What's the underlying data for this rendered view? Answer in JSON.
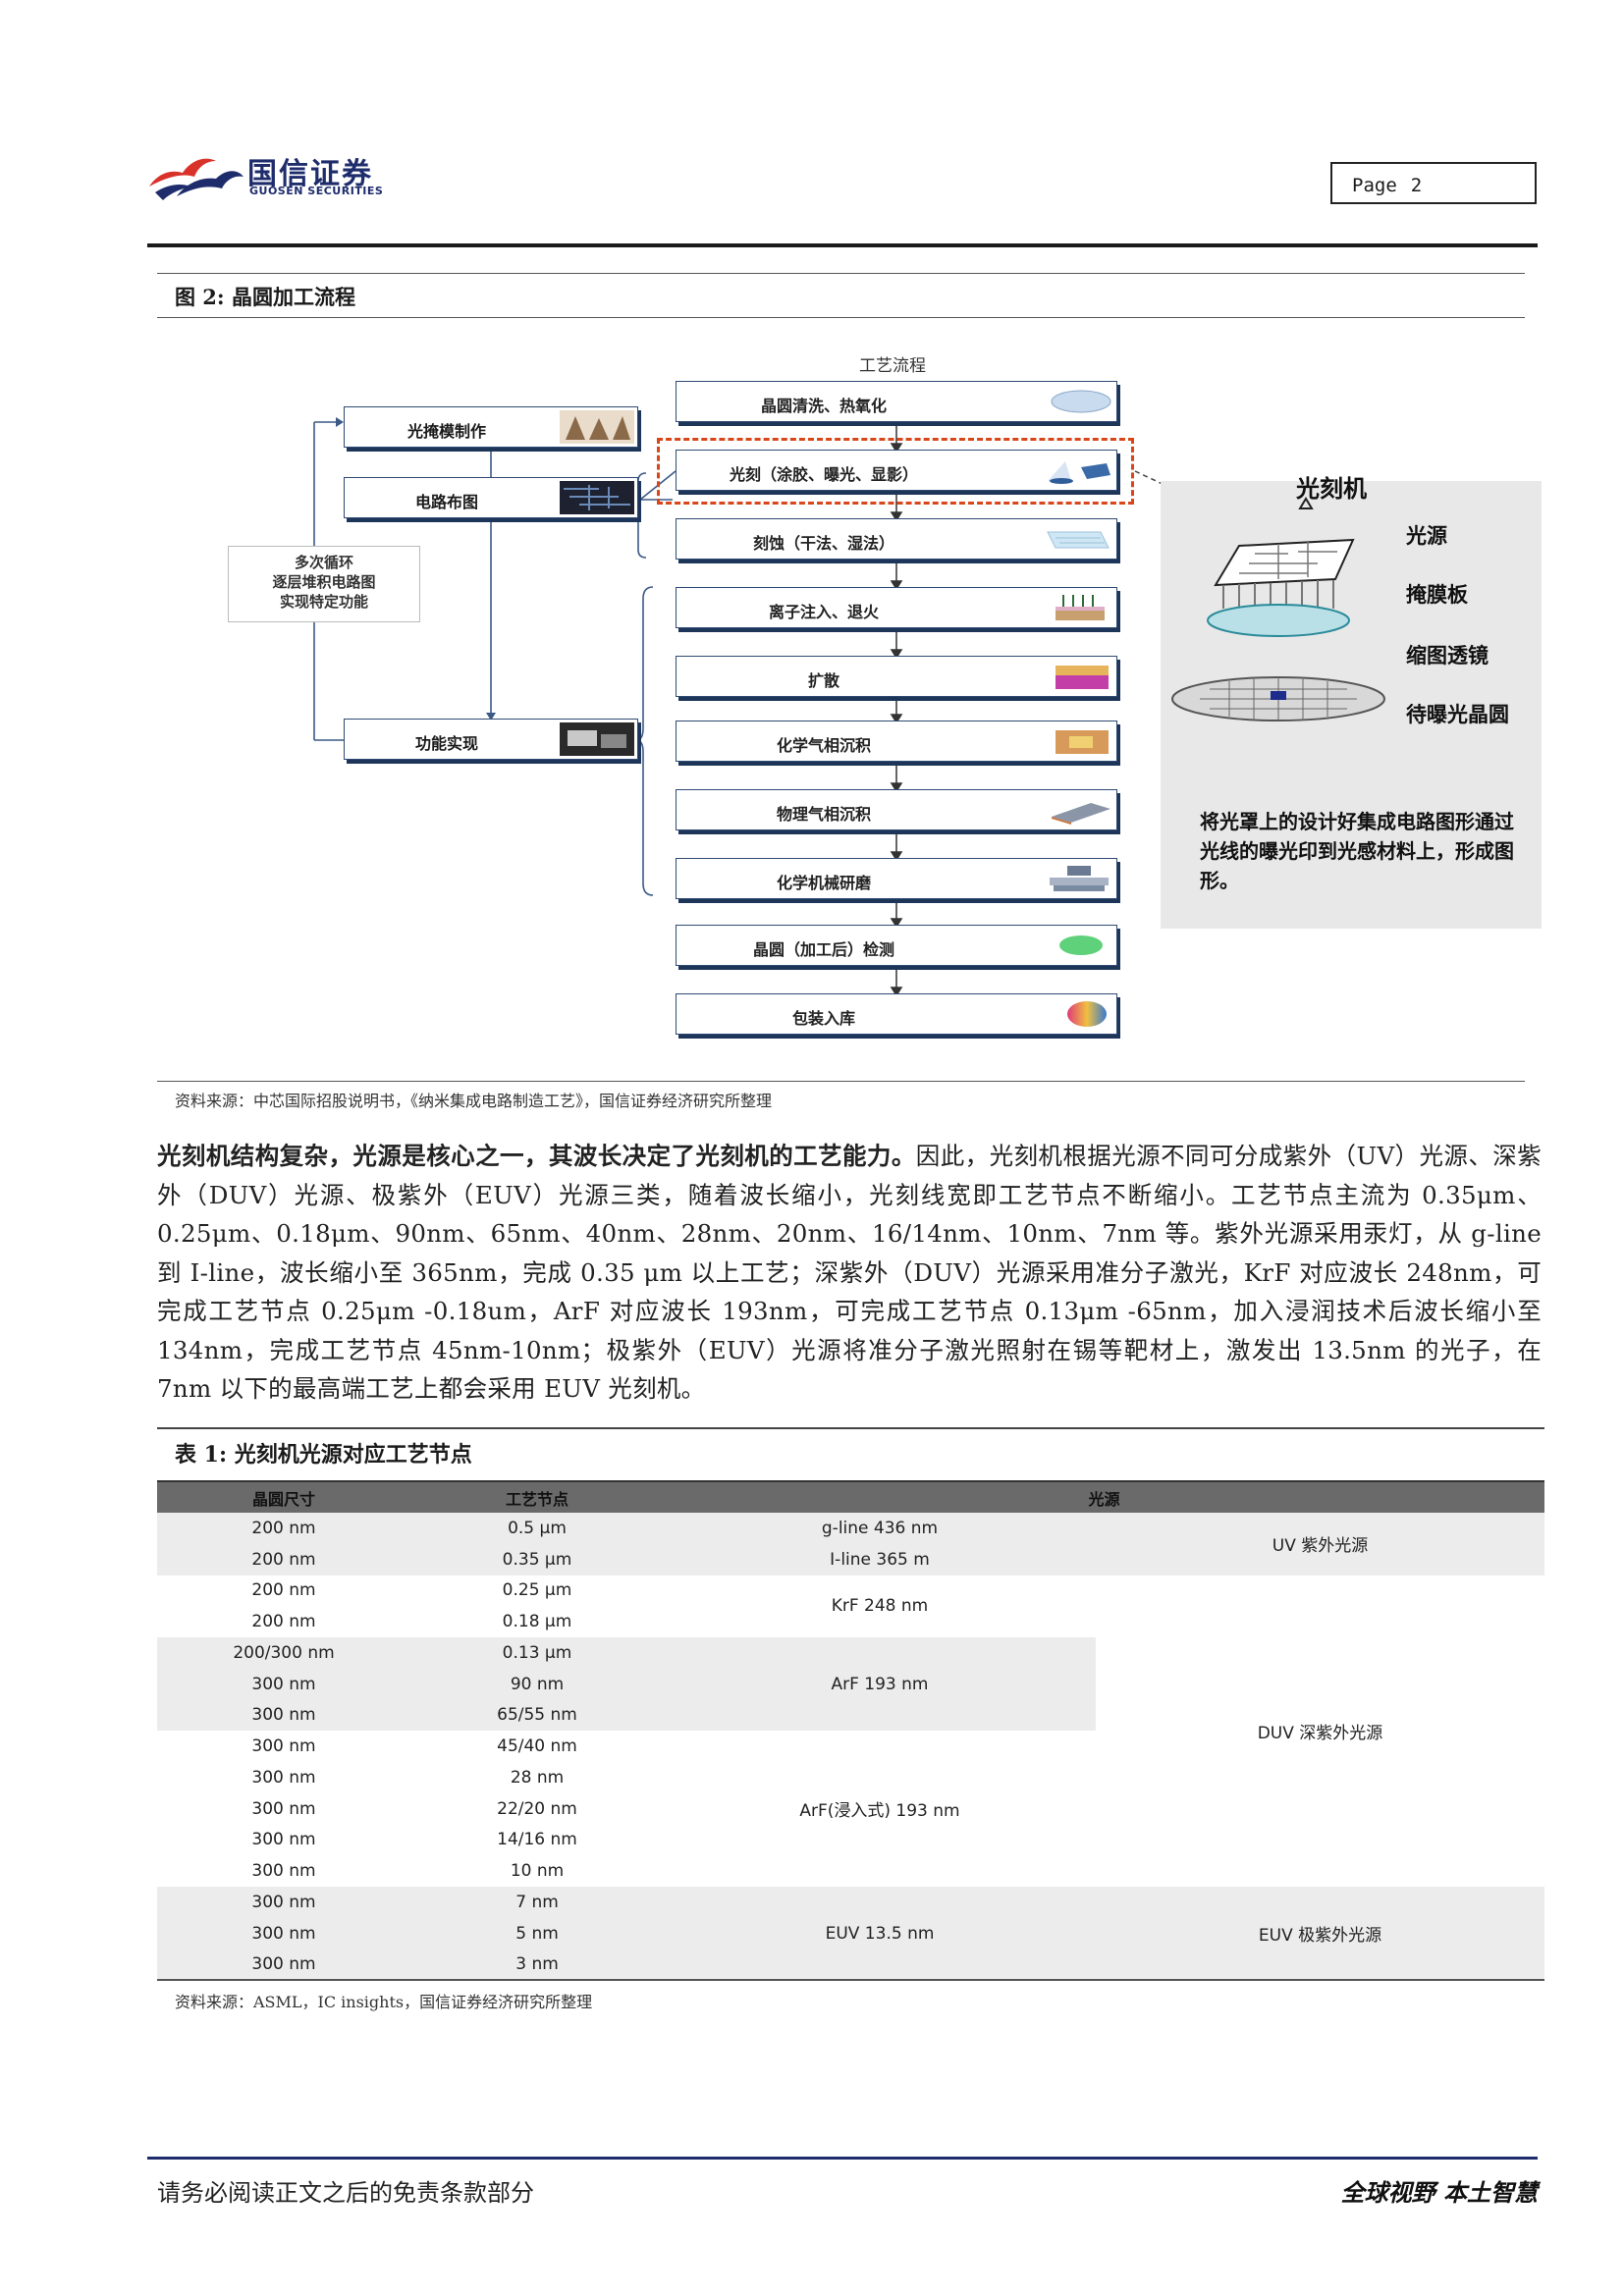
{
  "header": {
    "logo_cn": "国信证券",
    "logo_en": "GUOSEN SECURITIES",
    "page_label": "Page",
    "page_number": "2"
  },
  "figure": {
    "caption": "图 2:  晶圆加工流程",
    "flow_title": "工艺流程",
    "steps": [
      "晶圆清洗、热氧化",
      "光刻（涂胶、曝光、显影）",
      "刻蚀（干法、湿法）",
      "离子注入、退火",
      "扩散",
      "化学气相沉积",
      "物理气相沉积",
      "化学机械研磨",
      "晶圆（加工后）检测",
      "包装入库"
    ],
    "side_steps": [
      "光掩模制作",
      "电路布图",
      "功能实现"
    ],
    "loop_text": [
      "多次循环",
      "逐层堆积电路图",
      "实现特定功能"
    ],
    "litho_panel": {
      "title": "光刻机",
      "labels": [
        "光源",
        "掩膜板",
        "缩图透镜",
        "待曝光晶圆"
      ],
      "description": "将光罩上的设计好集成电路图形通过光线的曝光印到光感材料上，形成图形。"
    },
    "source": "资料来源：中芯国际招股说明书，《纳米集成电路制造工艺》，国信证券经济研究所整理"
  },
  "body": {
    "lead": "光刻机结构复杂，光源是核心之一，其波长决定了光刻机的工艺能力。",
    "text": "因此，光刻机根据光源不同可分成紫外（UV）光源、深紫外（DUV）光源、极紫外（EUV）光源三类，随着波长缩小，光刻线宽即工艺节点不断缩小。工艺节点主流为 0.35μm、0.25μm、0.18μm、90nm、65nm、40nm、28nm、20nm、16/14nm、10nm、7nm 等。紫外光源采用汞灯，从 g-line 到 I-line，波长缩小至 365nm，完成 0.35 μm 以上工艺；深紫外（DUV）光源采用准分子激光，KrF 对应波长 248nm，可完成工艺节点 0.25μm -0.18um，ArF 对应波长 193nm，可完成工艺节点 0.13μm -65nm，加入浸润技术后波长缩小至 134nm，完成工艺节点 45nm-10nm；极紫外（EUV）光源将准分子激光照射在锡等靶材上，激发出 13.5nm 的光子，在 7nm 以下的最高端工艺上都会采用 EUV 光刻机。"
  },
  "table": {
    "caption": "表 1:  光刻机光源对应工艺节点",
    "headers": [
      "晶圆尺寸",
      "工艺节点",
      "光源"
    ],
    "rows": [
      [
        "200 nm",
        "0.5 μm"
      ],
      [
        "200 nm",
        "0.35 μm"
      ],
      [
        "200 nm",
        "0.25 μm"
      ],
      [
        "200 nm",
        "0.18 μm"
      ],
      [
        "200/300 nm",
        "0.13 μm"
      ],
      [
        "300 nm",
        "90 nm"
      ],
      [
        "300 nm",
        "65/55 nm"
      ],
      [
        "300 nm",
        "45/40 nm"
      ],
      [
        "300 nm",
        "28 nm"
      ],
      [
        "300 nm",
        "22/20 nm"
      ],
      [
        "300 nm",
        "14/16 nm"
      ],
      [
        "300 nm",
        "10 nm"
      ],
      [
        "300 nm",
        "7 nm"
      ],
      [
        "300 nm",
        "5 nm"
      ],
      [
        "300 nm",
        "3 nm"
      ]
    ],
    "sources": {
      "gline": "g-line 436 nm",
      "iline": "I-line 365 m",
      "krf": "KrF 248 nm",
      "arf": "ArF 193 nm",
      "arf_imm": "ArF(浸入式) 193 nm",
      "euv": "EUV 13.5 nm"
    },
    "categories": {
      "uv": "UV 紫外光源",
      "duv": "DUV 深紫外光源",
      "euv": "EUV 极紫外光源"
    },
    "source": "资料来源：ASML，IC insights，国信证券经济研究所整理"
  },
  "footer": {
    "disclaimer": "请务必阅读正文之后的免责条款部分",
    "slogan": "全球视野  本土智慧"
  },
  "colors": {
    "brand_navy": "#1e2c6c",
    "brand_red": "#d9322b",
    "dash_orange": "#d9461a"
  }
}
